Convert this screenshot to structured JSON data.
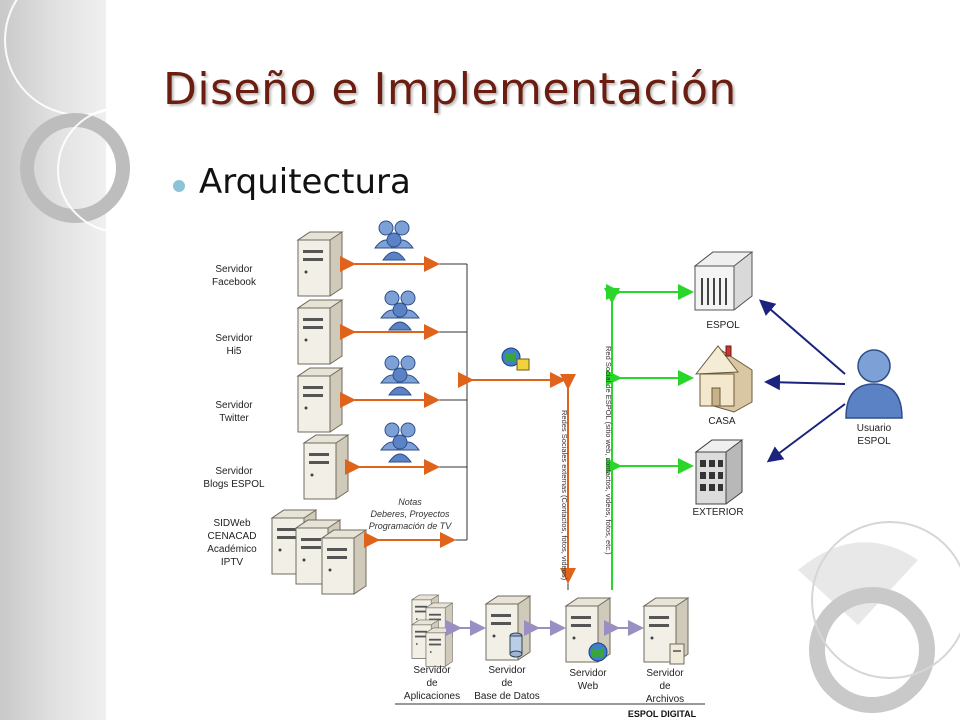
{
  "slide": {
    "title": "Diseño e Implementación",
    "bullet": "Arquitectura"
  },
  "servers_left": [
    {
      "line1": "Servidor",
      "line2": "Facebook"
    },
    {
      "line1": "Servidor",
      "line2": "Hi5"
    },
    {
      "line1": "Servidor",
      "line2": "Twitter"
    },
    {
      "line1": "Servidor",
      "line2": "Blogs ESPOL"
    }
  ],
  "sidweb": [
    "SIDWeb",
    "CENACAD",
    "Académico",
    "IPTV"
  ],
  "notes": [
    "Notas",
    "Deberes, Proyectos",
    "Programación de TV"
  ],
  "vertical_labels": {
    "external": "Redes Sociales externas (Contactos, fotos, videos)",
    "internal": "Red Social de ESPOL (sitio web, contactos, videos, fotos, etc.)"
  },
  "locations": [
    "ESPOL",
    "CASA",
    "EXTERIOR"
  ],
  "user": {
    "line1": "Usuario",
    "line2": "ESPOL"
  },
  "bottom_servers": [
    {
      "line1": "Servidor",
      "line2": "de",
      "line3": "Aplicaciones"
    },
    {
      "line1": "Servidor",
      "line2": "de",
      "line3": "Base de Datos"
    },
    {
      "line1": "Servidor",
      "line2": "Web",
      "line3": ""
    },
    {
      "line1": "Servidor",
      "line2": "de",
      "line3": "Archivos"
    }
  ],
  "footer": "ESPOL DIGITAL"
}
